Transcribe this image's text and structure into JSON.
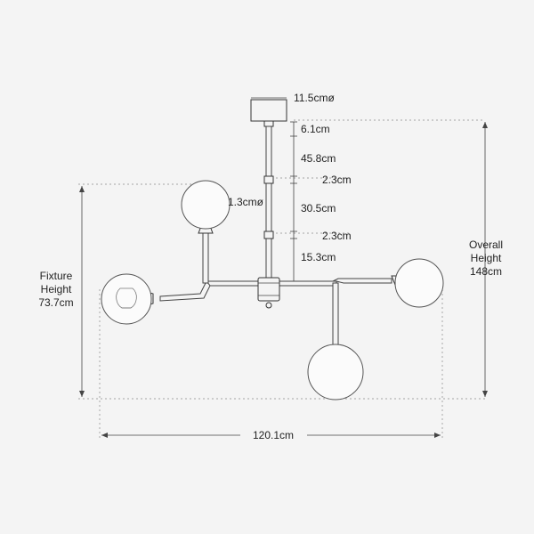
{
  "labels": {
    "canopy_diameter": "11.5cmø",
    "canopy_height": "6.1cm",
    "rod_1": "45.8cm",
    "coupler_1": "2.3cm",
    "rod_2": "30.5cm",
    "coupler_2": "2.3cm",
    "rod_3": "15.3cm",
    "rod_diameter": "1.3cmø",
    "fixture_height": [
      "Fixture",
      "Height",
      "73.7cm"
    ],
    "overall_height": [
      "Overall",
      "Height",
      "148cm"
    ],
    "width": "120.1cm"
  }
}
